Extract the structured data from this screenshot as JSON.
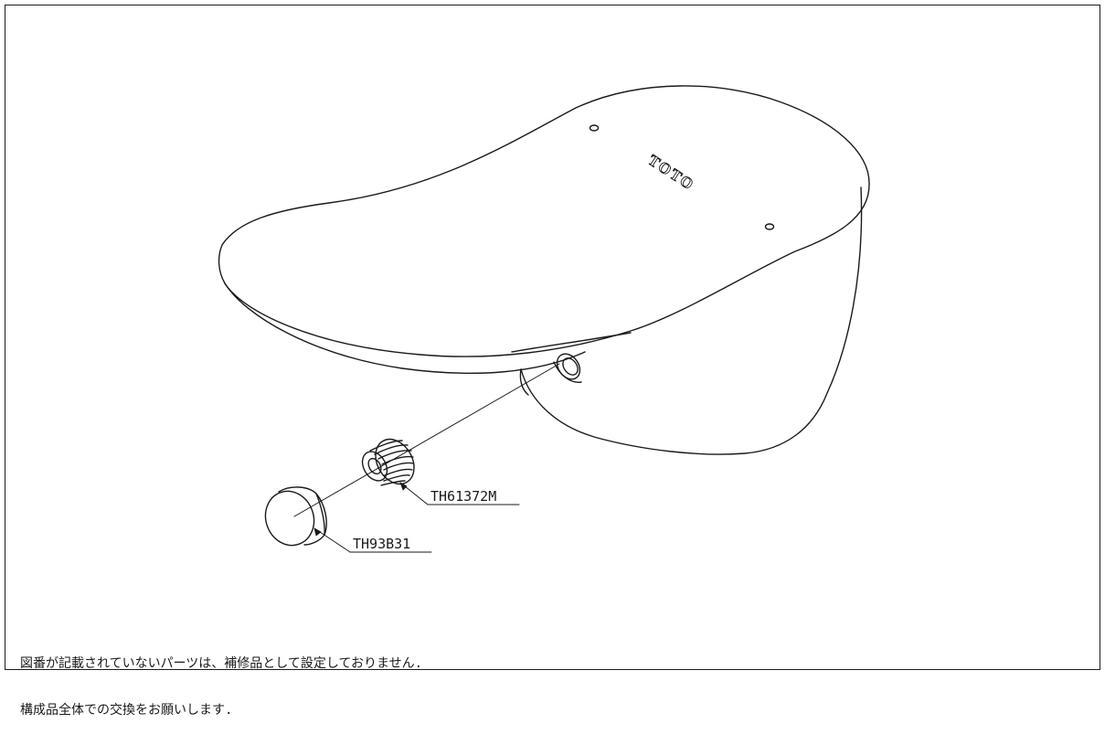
{
  "drawing": {
    "brand_mark": "TOTO",
    "parts": [
      {
        "id": "part-th61372m",
        "label": "TH61372M"
      },
      {
        "id": "part-th93b31",
        "label": "TH93B31"
      }
    ]
  },
  "note": {
    "line1": "図番が記載されていないパーツは、補修品として設定しておりません.",
    "line2": "構成品全体での交換をお願いします."
  },
  "colors": {
    "line": "#1a1a1a",
    "background": "#ffffff"
  }
}
